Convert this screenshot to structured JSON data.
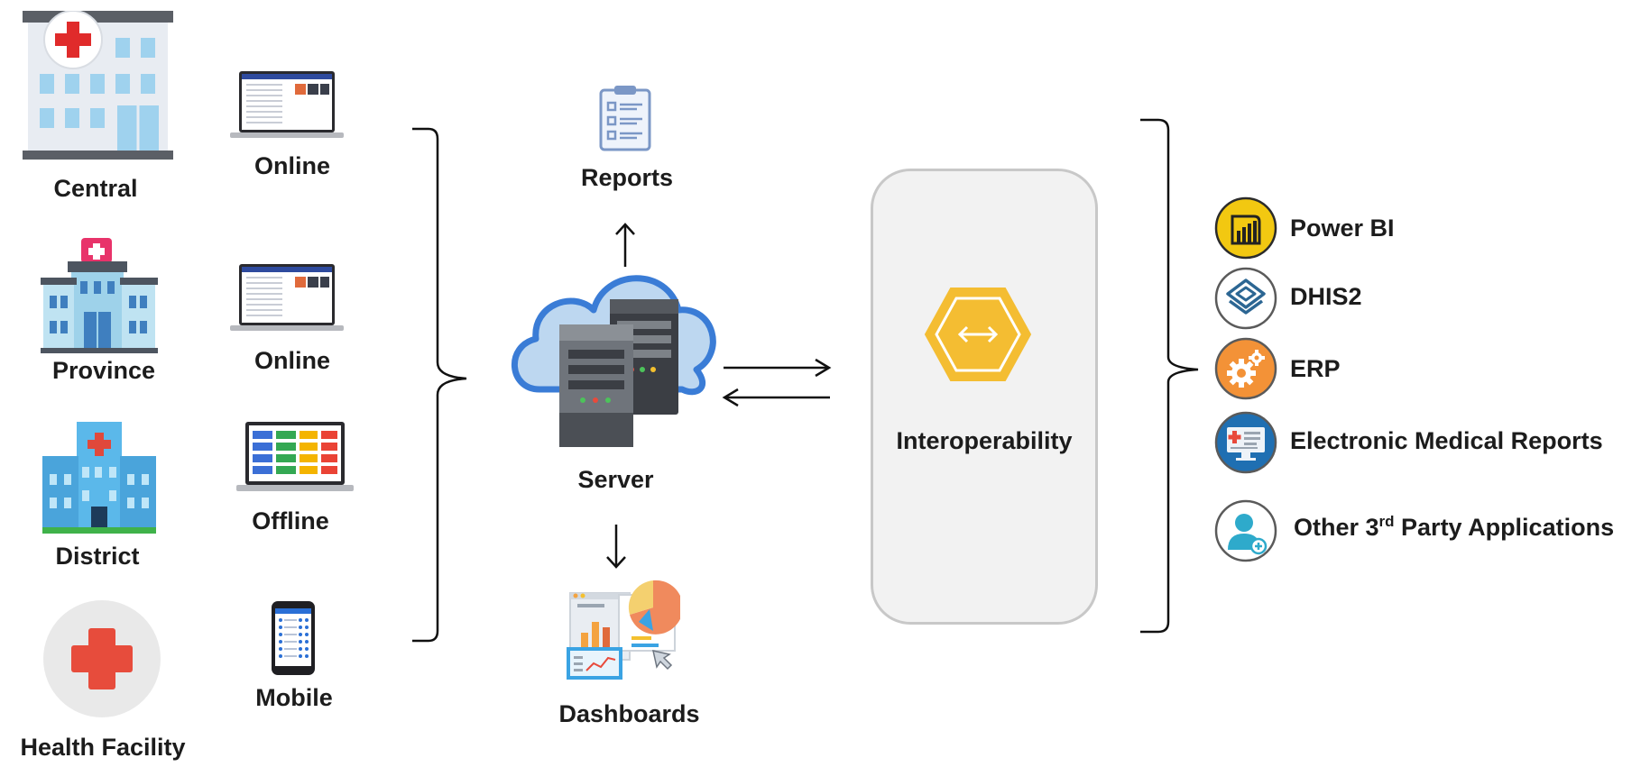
{
  "levels": [
    {
      "label": "Central",
      "icon": "central-hospital-icon"
    },
    {
      "label": "Province",
      "icon": "province-hospital-icon"
    },
    {
      "label": "District",
      "icon": "district-hospital-icon"
    },
    {
      "label": "Health Facility",
      "icon": "health-facility-icon"
    }
  ],
  "modes": [
    {
      "label": "Online",
      "icon": "laptop-icon"
    },
    {
      "label": "Online",
      "icon": "laptop-icon"
    },
    {
      "label": "Offline",
      "icon": "laptop-offline-icon"
    },
    {
      "label": "Mobile",
      "icon": "mobile-phone-icon"
    }
  ],
  "server": {
    "label": "Server",
    "icon": "cloud-server-icon"
  },
  "reports": {
    "label": "Reports",
    "icon": "clipboard-report-icon"
  },
  "dashboards": {
    "label": "Dashboards",
    "icon": "dashboard-chart-icon"
  },
  "interop": {
    "label": "Interoperability",
    "icon": "api-hexagon-icon"
  },
  "apps": [
    {
      "label": "Power BI",
      "icon": "power-bi-icon",
      "color": "#F2C811"
    },
    {
      "label": "DHIS2",
      "icon": "dhis2-icon",
      "color": "#2C6693"
    },
    {
      "label": "ERP",
      "icon": "erp-gear-icon",
      "color": "#F39237"
    },
    {
      "label": "Electronic Medical Reports",
      "icon": "emr-monitor-icon",
      "color": "#1F6FB2"
    }
  ],
  "other_apps": {
    "prefix": "Other 3",
    "sup": "rd",
    "suffix": " Party Applications",
    "icon": "user-add-icon"
  }
}
